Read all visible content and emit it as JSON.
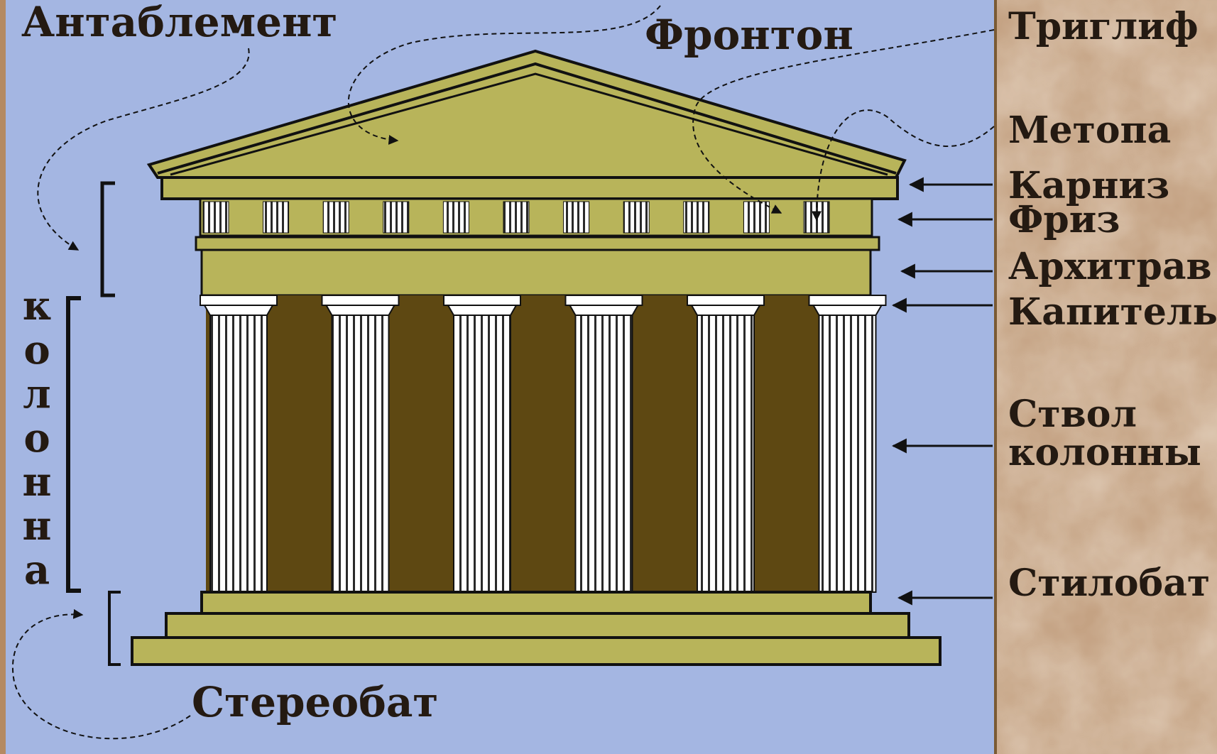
{
  "labels": {
    "entablature": "Антаблемент",
    "pediment": "Фронтон",
    "triglyph": "Триглиф",
    "metope": "Метопа",
    "cornice": "Карниз",
    "frieze": "Фриз",
    "architrave": "Архитрав",
    "capital": "Капитель",
    "shaft_line1": "Ствол",
    "shaft_line2": "колонны",
    "stylobate": "Стилобат",
    "stereobate": "Стереобат"
  },
  "column_letters": [
    "к",
    "о",
    "л",
    "о",
    "н",
    "н",
    "а"
  ],
  "colors": {
    "panel_blue": "#a4b6e2",
    "olive": "#b8b45a",
    "dark_brown": "#5e4812",
    "column_white": "#ffffff",
    "text": "#241a12"
  },
  "diagram": {
    "column_count": 6,
    "triglyph_count": 11
  }
}
